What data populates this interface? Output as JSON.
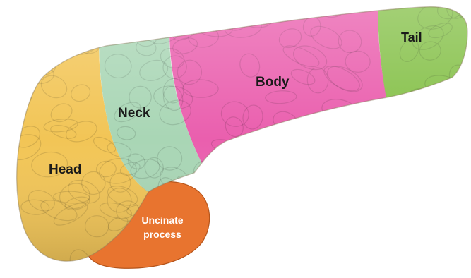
{
  "diagram": {
    "labels": {
      "head": "Head",
      "neck": "Neck",
      "body": "Body",
      "tail": "Tail",
      "uncinate_line1": "Uncinate",
      "uncinate_line2": "process"
    },
    "colors": {
      "head": "#f2c556",
      "neck": "#a9d6b5",
      "body": "#ea5fae",
      "tail": "#86c14a",
      "uncinate": "#e8742f",
      "outline_shadow": "#c9a36a"
    }
  }
}
